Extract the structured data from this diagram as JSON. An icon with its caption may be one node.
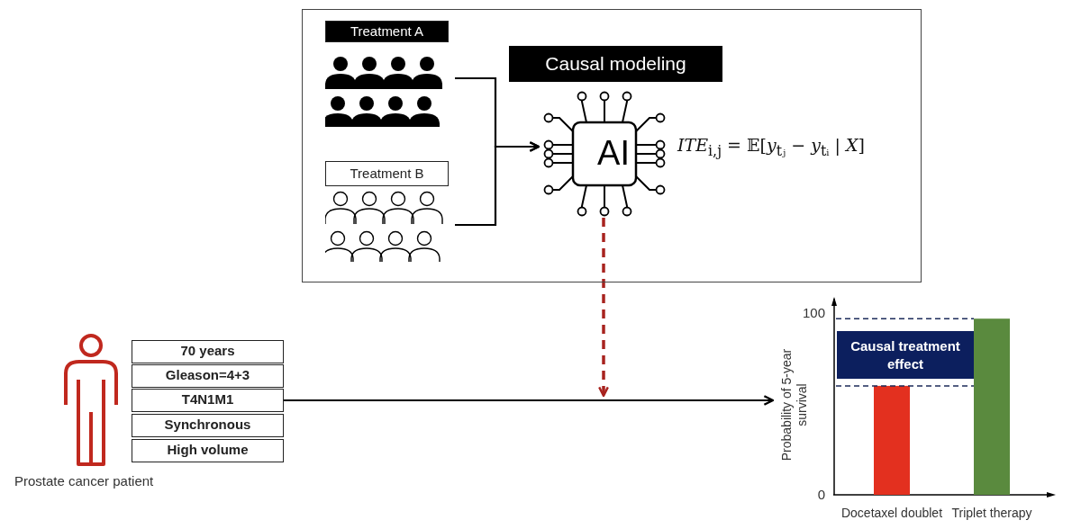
{
  "diagram": {
    "nodes": [
      {
        "text": [],
        "shape": "box"
      },
      {
        "text": [
          "Treatment A"
        ],
        "in": 0
      },
      {
        "text": [
          "Treatment B"
        ],
        "in": 0
      },
      {
        "text": [
          "Causal modeling",
          "AI"
        ],
        "in": 0
      },
      {
        "text": [
          "Prostate cancer patient"
        ]
      },
      {
        "text": [
          "70 years"
        ]
      },
      {
        "text": [
          "Gleason=4+3"
        ]
      },
      {
        "text": [
          "T4N1M1"
        ]
      },
      {
        "text": [
          "Synchronous"
        ]
      },
      {
        "text": [
          "High volume"
        ]
      }
    ],
    "edges": [
      {
        "from": 1,
        "to": 3,
        "arrow": "to"
      },
      {
        "from": 2,
        "to": 3,
        "arrow": "to"
      },
      {
        "from": 3,
        "to": null,
        "arrow": "to",
        "style": "dashed",
        "color": "#a8231f"
      },
      {
        "from": 7,
        "to": null,
        "arrow": "to"
      }
    ],
    "labels": [
      "*ITE*$_{i,j}$ = 𝔼[*y*$_{tⱼ}$ − *y*$_{tᵢ}$ | *X*]"
    ],
    "chart_data": {
      "type": "bar",
      "ylabel": "Probability of 5-year survival",
      "categories": [
        "Docetaxel doublet",
        "Triplet therapy"
      ],
      "series": [
        {
          "color": "#e3301f",
          "values": [
            60,
            null
          ]
        },
        {
          "color": "#5a8a3e",
          "values": [
            null,
            97
          ]
        }
      ],
      "stacked": true,
      "ylim": [
        0,
        108
      ],
      "yticks": [
        0,
        100
      ],
      "ref_lines": [
        {
          "value": 97,
          "axis": "y",
          "color": "#1c2b5a"
        },
        {
          "value": 60,
          "axis": "y",
          "color": "#1c2b5a"
        }
      ],
      "annotations": [
        "Causal treatment effect"
      ]
    }
  }
}
